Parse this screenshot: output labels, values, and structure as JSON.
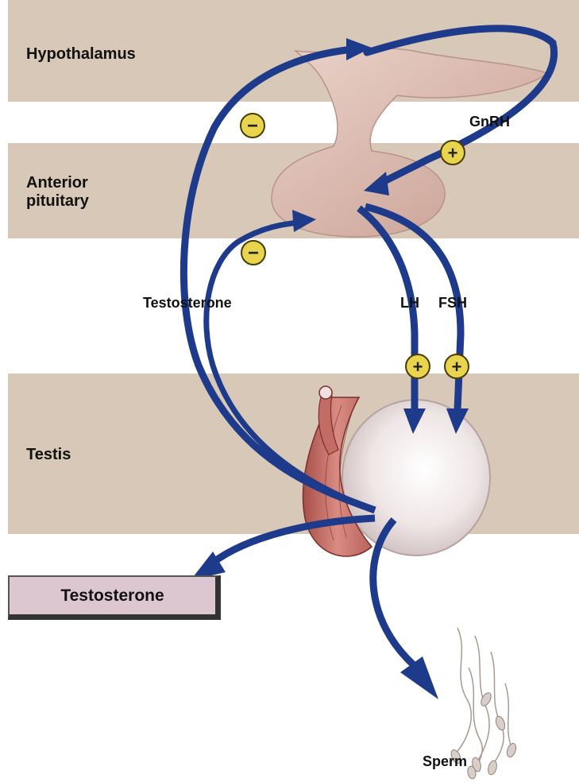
{
  "regions": {
    "hypothalamus": "Hypothalamus",
    "anterior_pituitary_line1": "Anterior",
    "anterior_pituitary_line2": "pituitary",
    "testis": "Testis"
  },
  "hormones": {
    "gnrh": "GnRH",
    "lh": "LH",
    "fsh": "FSH",
    "testosterone_feedback": "Testosterone"
  },
  "products": {
    "testosterone": "Testosterone",
    "sperm": "Sperm"
  },
  "signs": {
    "stimulate": "+",
    "inhibit": "−"
  },
  "colors": {
    "band": "#d8c8b8",
    "arrow": "#1e3a8a",
    "badge": "#e8d44d",
    "gland": "#e0c1b6",
    "testis": "#efe6e6",
    "epididymis": "#c9716a",
    "product_box": "#dcc6d0"
  }
}
